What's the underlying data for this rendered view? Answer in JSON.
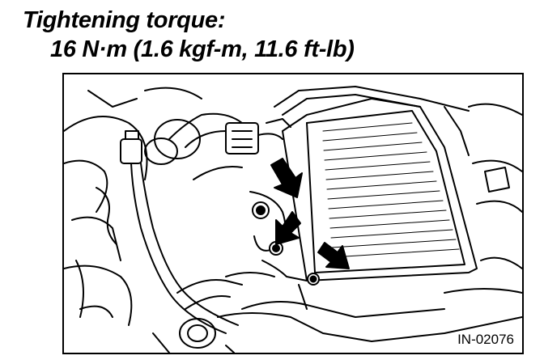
{
  "torque": {
    "title": "Tightening torque:",
    "value": "16 N·m (1.6 kgf-m, 11.6 ft-lb)"
  },
  "figure": {
    "id": "IN-02076",
    "icons": [
      "bolt-icon",
      "bolt-icon",
      "bolt-icon",
      "arrow-icon",
      "arrow-icon",
      "arrow-icon"
    ]
  }
}
